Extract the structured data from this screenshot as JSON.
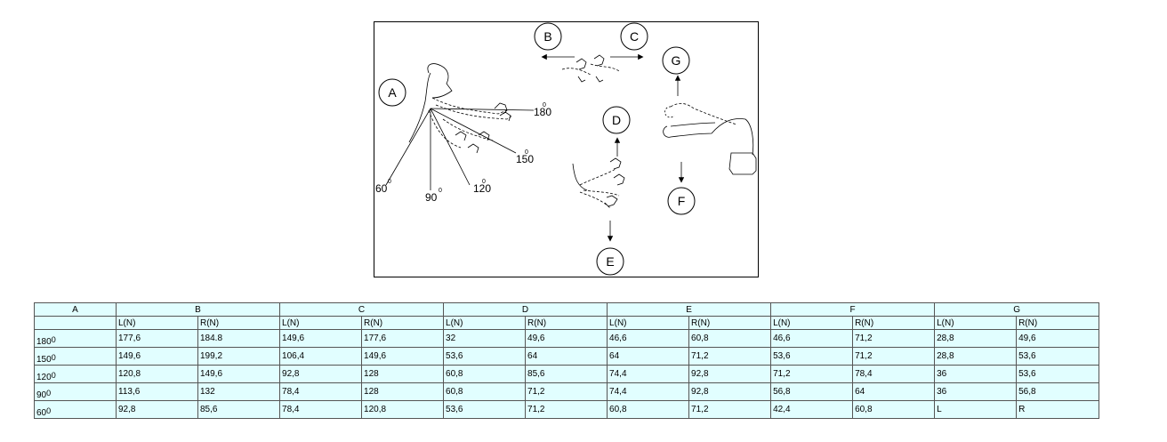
{
  "figure": {
    "circles": [
      "A",
      "B",
      "C",
      "D",
      "E",
      "F",
      "G"
    ],
    "angle_labels": {
      "a180": "180",
      "a150": "150",
      "a120": "120",
      "a90": "90",
      "a60": "60"
    },
    "degree_mark": "0"
  },
  "table": {
    "header": [
      "A",
      "B",
      "C",
      "D",
      "E",
      "F",
      "G"
    ],
    "sub": [
      "L(N)",
      "R(N)"
    ],
    "rows": [
      {
        "angle": "180",
        "deg": "0",
        "cells": [
          "177,6",
          "184.8",
          "149,6",
          "177,6",
          "32",
          "49,6",
          "46,6",
          "60,8",
          "46,6",
          "71,2",
          "28,8",
          "49,6"
        ]
      },
      {
        "angle": "150",
        "deg": "0",
        "cells": [
          "149,6",
          "199,2",
          "106,4",
          "149,6",
          "53,6",
          "64",
          "64",
          "71,2",
          "53,6",
          "71,2",
          "28,8",
          "53,6"
        ]
      },
      {
        "angle": "120",
        "deg": "0",
        "cells": [
          "120,8",
          "149,6",
          "92,8",
          "128",
          "60,8",
          "85,6",
          "74,4",
          "92,8",
          "71,2",
          "78,4",
          "36",
          "53,6"
        ]
      },
      {
        "angle": "90",
        "deg": "0",
        "cells": [
          "113,6",
          "132",
          "78,4",
          "128",
          "60,8",
          "71,2",
          "74,4",
          "92,8",
          "56,8",
          "64",
          "36",
          "56,8"
        ]
      },
      {
        "angle": "60",
        "deg": "0",
        "cells": [
          "92,8",
          "85,6",
          "78,4",
          "120,8",
          "53,6",
          "71,2",
          "60,8",
          "71,2",
          "42,4",
          "60,8",
          "L",
          "R"
        ]
      }
    ]
  }
}
